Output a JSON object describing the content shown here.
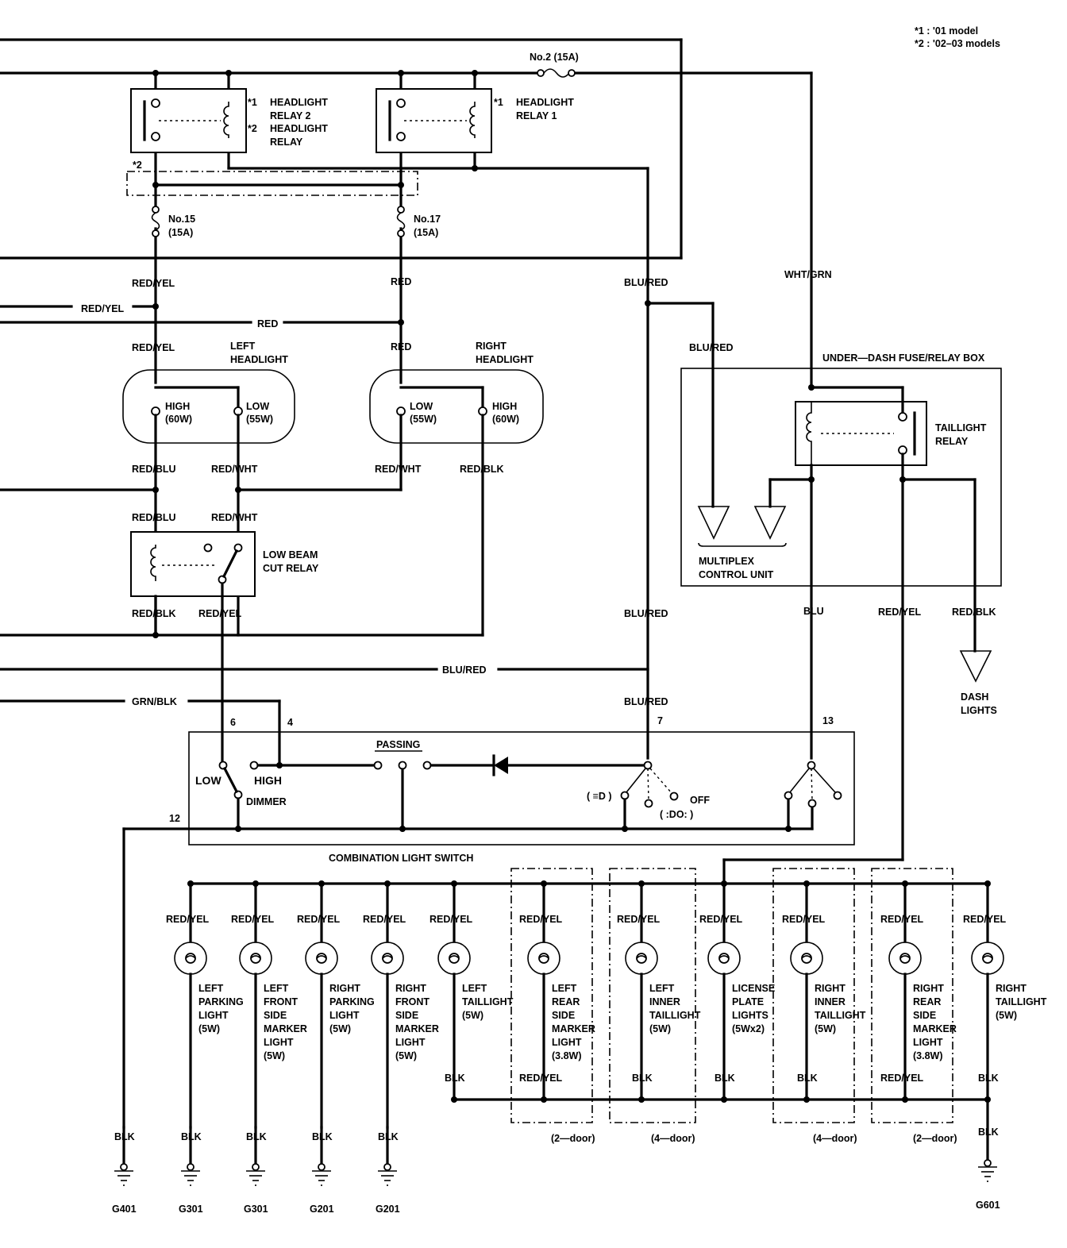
{
  "notes": [
    "*1 : '01 model",
    "*2 : '02–03 models"
  ],
  "fuses": {
    "no2": [
      "No.2 (15A)"
    ],
    "no15": [
      "No.15",
      "(15A)"
    ],
    "no17": [
      "No.17",
      "(15A)"
    ]
  },
  "relays": {
    "hl2_mark1": "*1",
    "hl2_mark2": "*2",
    "hl2_label": [
      "HEADLIGHT",
      "RELAY 2",
      "HEADLIGHT",
      "RELAY"
    ],
    "hl1_mark1": "*1",
    "hl1_label": [
      "HEADLIGHT",
      "RELAY 1"
    ],
    "star2": "*2",
    "lowbeam_label": [
      "LOW BEAM",
      "CUT RELAY"
    ],
    "taillight_label": [
      "TAILLIGHT",
      "RELAY"
    ]
  },
  "headlights": {
    "left_title": [
      "LEFT",
      "HEADLIGHT"
    ],
    "right_title": [
      "RIGHT",
      "HEADLIGHT"
    ],
    "left_high": [
      "HIGH",
      "(60W)"
    ],
    "left_low": [
      "LOW",
      "(55W)"
    ],
    "right_low": [
      "LOW",
      "(55W)"
    ],
    "right_high": [
      "HIGH",
      "(60W)"
    ]
  },
  "wires": {
    "red_yel": "RED/YEL",
    "red": "RED",
    "red_blu": "RED/BLU",
    "red_wht": "RED/WHT",
    "red_blk": "RED/BLK",
    "blu_red": "BLU/RED",
    "wht_grn": "WHT/GRN",
    "blu": "BLU",
    "grn_blk": "GRN/BLK",
    "blk": "BLK"
  },
  "fuse_box": {
    "title": "UNDER—DASH FUSE/RELAY BOX",
    "multiplex": [
      "MULTIPLEX",
      "CONTROL  UNIT"
    ],
    "dash": [
      "DASH",
      "LIGHTS"
    ]
  },
  "switch": {
    "title": "COMBINATION LIGHT SWITCH",
    "pins": [
      "6",
      "4",
      "7",
      "13",
      "12"
    ],
    "passing": "PASSING",
    "low": "LOW",
    "high": "HIGH",
    "dimmer": "DIMMER",
    "off": "OFF",
    "pos1": "( ≡D )",
    "pos2": "( :DO: )"
  },
  "lamps": [
    {
      "label": [
        "LEFT",
        "PARKING",
        "LIGHT",
        "(5W)"
      ]
    },
    {
      "label": [
        "LEFT",
        "FRONT",
        "SIDE",
        "MARKER",
        "LIGHT",
        "(5W)"
      ]
    },
    {
      "label": [
        "RIGHT",
        "PARKING",
        "LIGHT",
        "(5W)"
      ]
    },
    {
      "label": [
        "RIGHT",
        "FRONT",
        "SIDE",
        "MARKER",
        "LIGHT",
        "(5W)"
      ]
    },
    {
      "label": [
        "LEFT",
        "TAILLIGHT",
        "(5W)"
      ]
    },
    {
      "label": [
        "LEFT",
        "REAR",
        "SIDE",
        "MARKER",
        "LIGHT",
        "(3.8W)"
      ]
    },
    {
      "label": [
        "LEFT",
        "INNER",
        "TAILLIGHT",
        "(5W)"
      ]
    },
    {
      "label": [
        "LICENSE",
        "PLATE",
        "LIGHTS",
        "(5Wx2)"
      ]
    },
    {
      "label": [
        "RIGHT",
        "INNER",
        "TAILLIGHT",
        "(5W)"
      ]
    },
    {
      "label": [
        "RIGHT",
        "REAR",
        "SIDE",
        "MARKER",
        "LIGHT",
        "(3.8W)"
      ]
    },
    {
      "label": [
        "RIGHT",
        "TAILLIGHT",
        "(5W)"
      ]
    }
  ],
  "variants": [
    "(2—door)",
    "(4—door)",
    "(4—door)",
    "(2—door)"
  ],
  "grounds": [
    "G401",
    "G301",
    "G301",
    "G201",
    "G201",
    "G601"
  ]
}
